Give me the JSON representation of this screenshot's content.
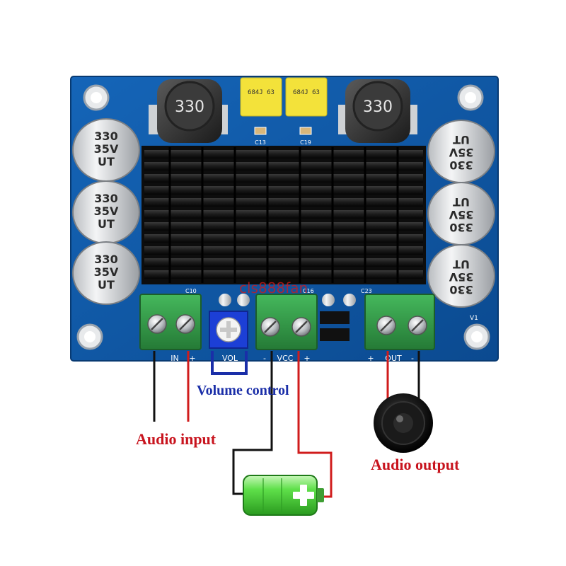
{
  "board": {
    "capacitors": {
      "value": "330",
      "voltage": "35V",
      "brand": "UT"
    },
    "inductors": {
      "marking": "330"
    },
    "film_caps": {
      "marking": "684J 63"
    },
    "refs": {
      "c13": "C13",
      "c19": "C19",
      "c10": "C10",
      "c16": "C16",
      "c23": "C23",
      "v1": "V1"
    },
    "watermark": "cls888fan",
    "terminals": {
      "in": {
        "minus": "-",
        "label": "IN",
        "plus": "+"
      },
      "vol": {
        "label": "VOL"
      },
      "vcc": {
        "minus": "-",
        "label": "VCC",
        "plus": "+"
      },
      "out": {
        "plus": "+",
        "label": "OUT",
        "minus": "-"
      }
    }
  },
  "labels": {
    "volume_control": "Volume control",
    "audio_input": "Audio input",
    "audio_output": "Audio output"
  },
  "colors": {
    "pcb": "#0f5aa8",
    "heatsink": "#161616",
    "terminal": "#2f9d46",
    "wire_red": "#d01c1c",
    "wire_black": "#111111",
    "label_red": "#c8141e",
    "label_blue": "#1a2ea8",
    "battery": "#4cd13a"
  }
}
